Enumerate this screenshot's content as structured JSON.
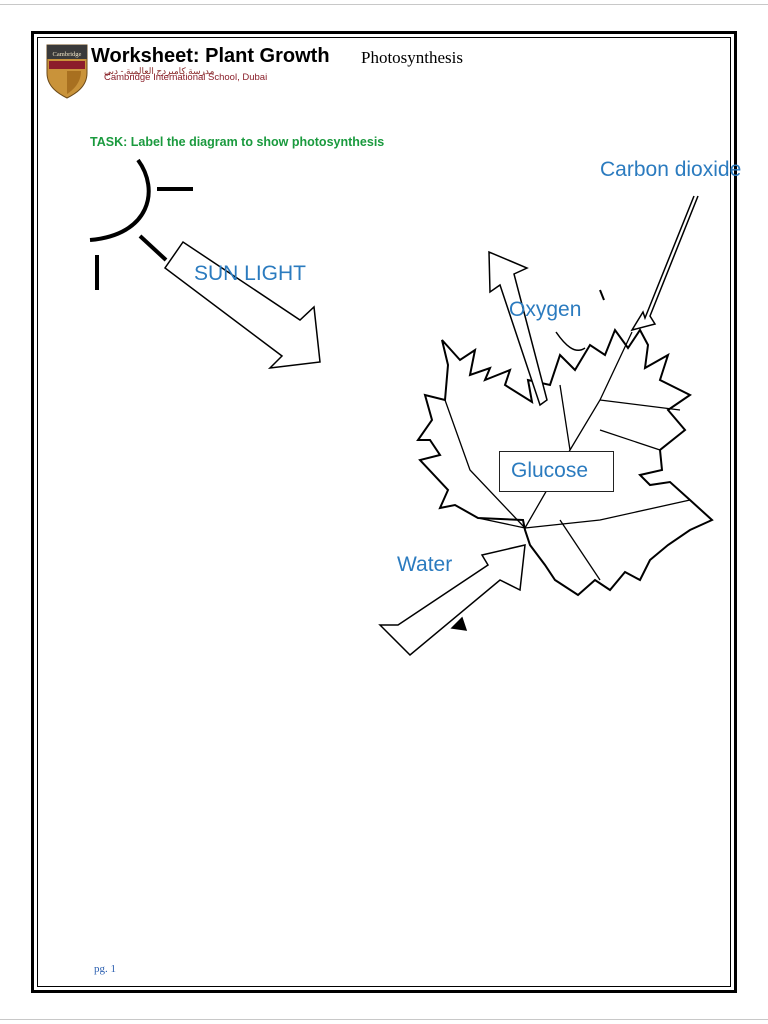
{
  "header": {
    "title": "Worksheet: Plant Growth",
    "subject": "Photosynthesis",
    "school_name": "Cambridge International School, Dubai",
    "school_name_arabic": "مدرسة كامبردج العالمية - دبي",
    "crest_text": "Cambridge"
  },
  "task": {
    "instruction": "TASK: Label the diagram to show photosynthesis"
  },
  "diagram": {
    "labels": {
      "sunlight": "SUN LIGHT",
      "oxygen": "Oxygen",
      "carbon_dioxide": "Carbon dioxide",
      "glucose": "Glucose",
      "water": "Water"
    },
    "colors": {
      "label_text": "#2b7bbf",
      "task_text": "#1a9a3e",
      "outline": "#000000"
    }
  },
  "footer": {
    "page_number": "pg. 1"
  }
}
